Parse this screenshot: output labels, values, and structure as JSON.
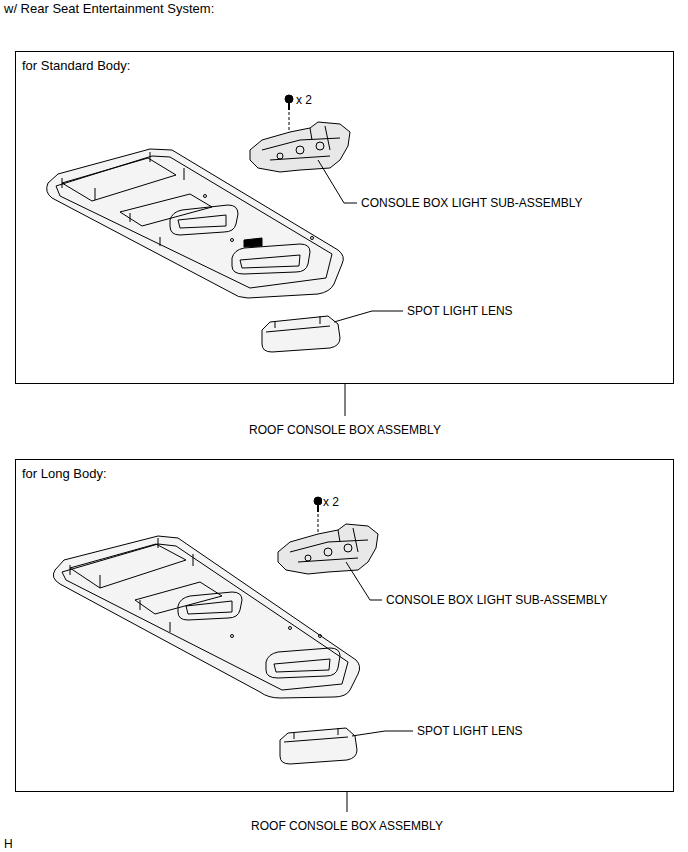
{
  "diagram": {
    "title": "w/ Rear Seat Entertainment System:",
    "nodes": [
      {
        "text": [
          "for Standard Body:"
        ]
      },
      {
        "text": [
          "for Long Body:"
        ]
      }
    ],
    "labels": [
      "x 2",
      "CONSOLE BOX LIGHT SUB-ASSEMBLY",
      "SPOT LIGHT LENS",
      "ROOF CONSOLE BOX ASSEMBLY",
      "x 2",
      "CONSOLE BOX LIGHT SUB-ASSEMBLY",
      "SPOT LIGHT LENS",
      "ROOF CONSOLE BOX ASSEMBLY",
      "H"
    ]
  }
}
